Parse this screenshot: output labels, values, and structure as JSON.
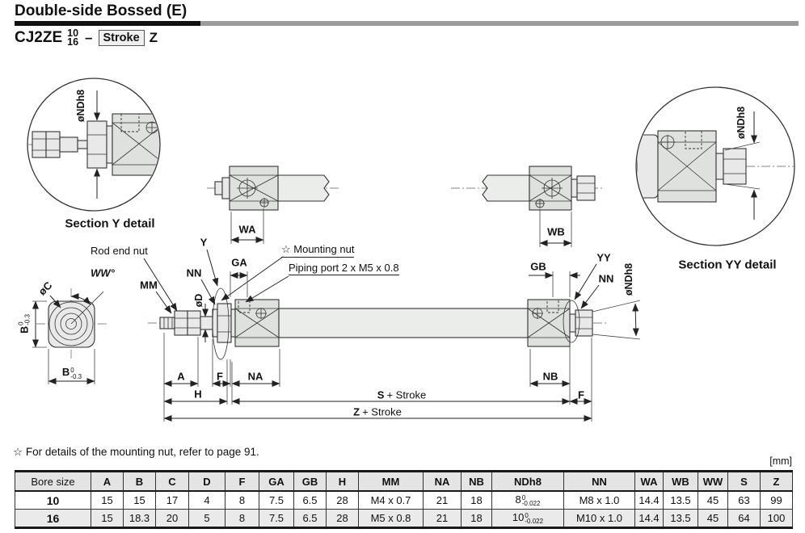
{
  "title": "Double-side Bossed (E)",
  "model": {
    "prefix": "CJ2ZE",
    "bore_top": "10",
    "bore_bottom": "16",
    "dash": "–",
    "stroke": "Stroke",
    "suffix": "Z"
  },
  "sections": {
    "y_caption": "Section Y detail",
    "yy_caption": "Section YY detail"
  },
  "labels": {
    "ondh8": "øNDh8",
    "wa": "WA",
    "wb": "WB",
    "rod_end_nut": "Rod end nut",
    "ww": "WW°",
    "mm": "MM",
    "nn": "NN",
    "y": "Y",
    "yy": "YY",
    "ga": "GA",
    "gb": "GB",
    "od": "øD",
    "oc": "øC",
    "b": "B",
    "tol_b_upper": "0",
    "tol_b_lower": "-0.3",
    "mounting_nut": "☆ Mounting nut",
    "piping_port": "Piping port 2 x M5 x 0.8",
    "a": "A",
    "f": "F",
    "na": "NA",
    "nb": "NB",
    "h": "H",
    "s": "S",
    "z": "Z",
    "plus_stroke": "+ Stroke"
  },
  "footnote": "☆ For details of the mounting nut, refer to page 91.",
  "units": "[mm]",
  "table": {
    "col_headers": [
      "Bore size",
      "A",
      "B",
      "C",
      "D",
      "F",
      "GA",
      "GB",
      "H",
      "MM",
      "NA",
      "NB",
      "NDh8",
      "NN",
      "WA",
      "WB",
      "WW",
      "S",
      "Z"
    ],
    "rows": [
      {
        "bore": "10",
        "a": "15",
        "b": "15",
        "c": "17",
        "d": "4",
        "f": "8",
        "ga": "7.5",
        "gb": "6.5",
        "h": "28",
        "mm": "M4 x 0.7",
        "na": "21",
        "nb": "18",
        "ndh8_base": "8",
        "ndh8_upper": "0",
        "ndh8_lower": "-0.022",
        "nn": "M8 x 1.0",
        "wa": "14.4",
        "wb": "13.5",
        "ww": "45",
        "s": "63",
        "z": "99"
      },
      {
        "bore": "16",
        "a": "15",
        "b": "18.3",
        "c": "20",
        "d": "5",
        "f": "8",
        "ga": "7.5",
        "gb": "6.5",
        "h": "28",
        "mm": "M5 x 0.8",
        "na": "21",
        "nb": "18",
        "ndh8_base": "10",
        "ndh8_upper": "0",
        "ndh8_lower": "-0.022",
        "nn": "M10 x 1.0",
        "wa": "14.4",
        "wb": "13.5",
        "ww": "45",
        "s": "64",
        "z": "100"
      }
    ]
  }
}
